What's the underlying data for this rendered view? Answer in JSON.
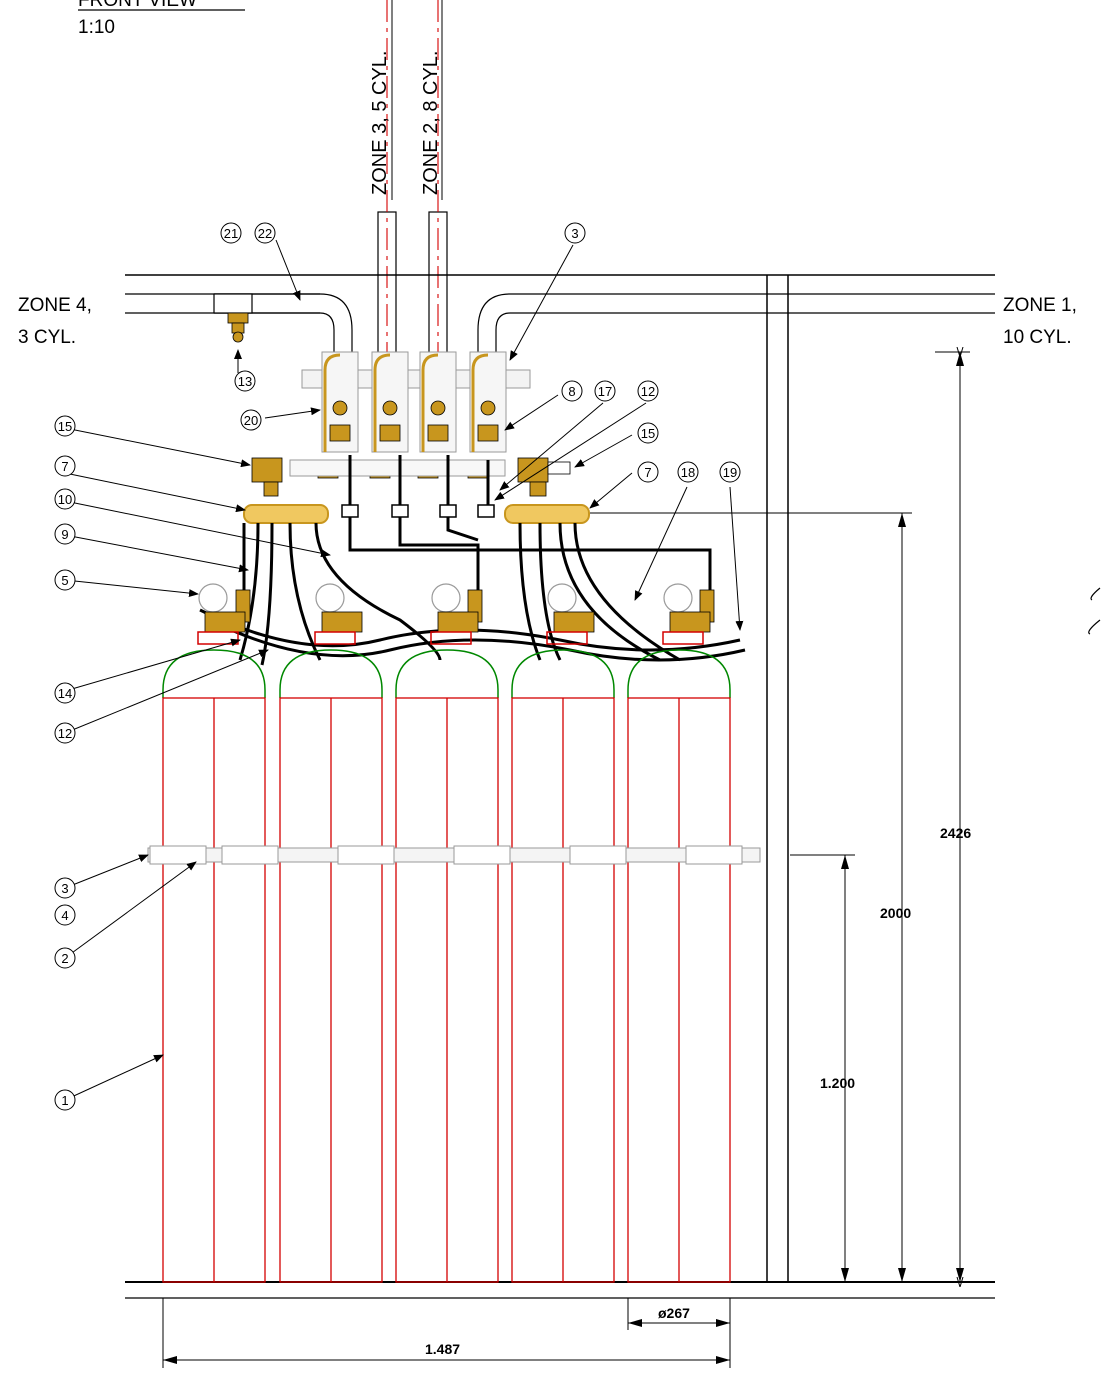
{
  "title": {
    "name": "FRONT VIEW",
    "scale": "1:10"
  },
  "zones": {
    "zone35": "ZONE 3, 5 CYL.",
    "zone28": "ZONE 2, 8 CYL.",
    "zone4_line1": "ZONE 4,",
    "zone4_line2": "3 CYL.",
    "zone1_line1": "ZONE 1,",
    "zone1_line2": "10 CYL."
  },
  "balloons": {
    "b21": "21",
    "b22": "22",
    "b3_top": "3",
    "b13": "13",
    "b20": "20",
    "b8": "8",
    "b17": "17",
    "b12_top": "12",
    "b15_left": "15",
    "b15_right": "15",
    "b7_left": "7",
    "b7_right": "7",
    "b18": "18",
    "b19": "19",
    "b10": "10",
    "b9": "9",
    "b5": "5",
    "b14": "14",
    "b12_bottom": "12",
    "b3_bottom": "3",
    "b4": "4",
    "b2": "2",
    "b1": "1"
  },
  "dimensions": {
    "height_total": "2426",
    "height_2000": "2000",
    "height_1200": "1.200",
    "width_total": "1.487",
    "diameter": "ø267"
  },
  "colors": {
    "line": "#000000",
    "cylinder": "#d40000",
    "dome": "#008800",
    "brass": "#c8961e",
    "gray": "#9a9a9a",
    "centerline": "#d40000"
  }
}
